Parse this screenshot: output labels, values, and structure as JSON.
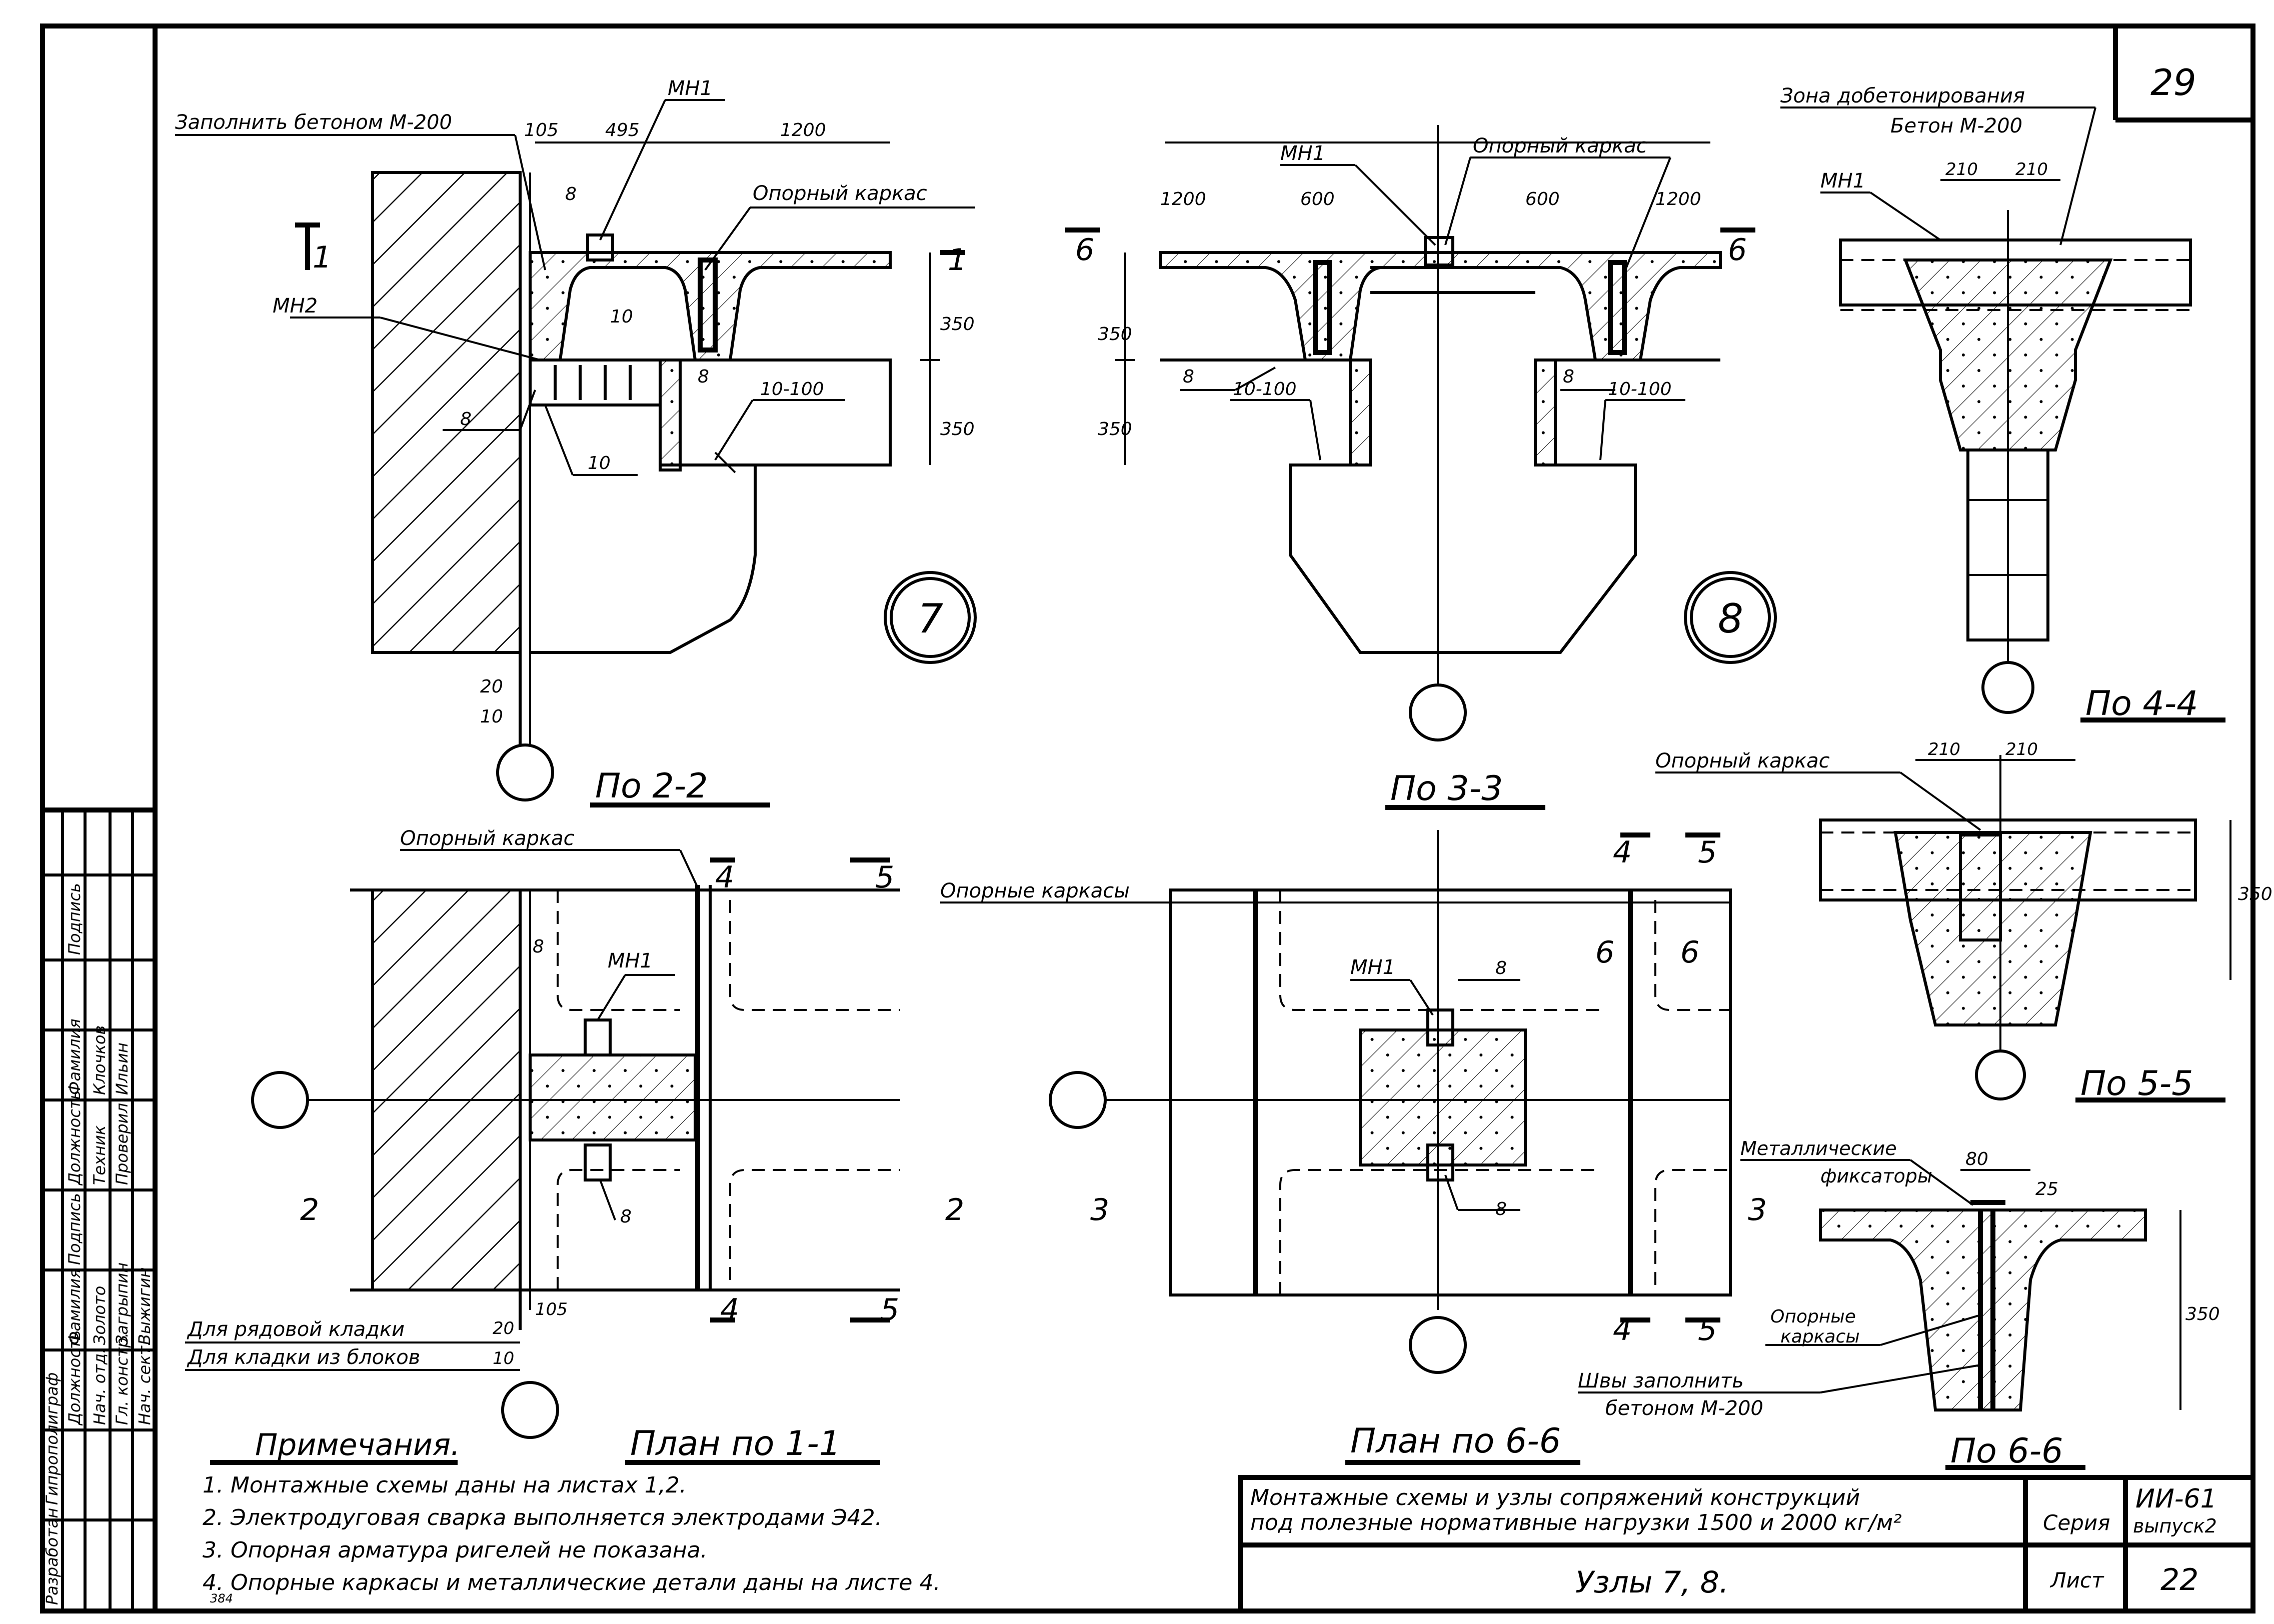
{
  "sheet": {
    "page_number": "29",
    "title_line1": "Монтажные схемы и узлы сопряжений конструкций",
    "title_line2": "под полезные нормативные нагрузки 1500 и 2000 кг/м²",
    "subtitle": "Узлы 7, 8.",
    "series_label": "Серия",
    "series_value": "ИИ-61",
    "series_issue": "выпуск2",
    "sheet_label": "Лист",
    "sheet_value": "22"
  },
  "stamp": {
    "side_org1": "Разработан",
    "side_org2": "Гипрополиграф",
    "headers": [
      "Должность",
      "Фамилия",
      "Подпись",
      "Должность",
      "Фамилия",
      "Подпись"
    ],
    "rows": [
      {
        "pos": "Нач. отд.",
        "name": "Золото"
      },
      {
        "pos": "Гл. констр.",
        "name": "Загрыпин"
      },
      {
        "pos": "Нач. сект.",
        "name": "Выжигин"
      }
    ],
    "rows2": [
      {
        "pos": "Техник",
        "name": "Клочков"
      },
      {
        "pos": "Проверил",
        "name": "Ильин"
      }
    ],
    "code": "384"
  },
  "notes": {
    "heading": "Примечания.",
    "items": [
      "1. Монтажные схемы даны на листах 1,2.",
      "2. Электродуговая сварка выполняется электродами Э42.",
      "3. Опорная арматура ригелей не показана.",
      "4. Опорные каркасы и металлические детали даны на листе 4."
    ]
  },
  "views": {
    "node7": "7",
    "node8": "8",
    "po22": "По 2-2",
    "po33": "По 3-3",
    "po44": "По 4-4",
    "po55": "По 5-5",
    "po66": "По 6-6",
    "plan11": "План по 1-1",
    "plan66": "План по 6-6"
  },
  "labels": {
    "fill_concrete": "Заполнить бетоном М-200",
    "mn1": "МН1",
    "mn2": "МН2",
    "support_frame": "Опорный каркас",
    "support_frames": "Опорные каркасы",
    "support_frames_split1": "Опорные",
    "support_frames_split2": "каркасы",
    "zone1": "Зона добетонирования",
    "zone2": "Бетон М-200",
    "metal1": "Металлические",
    "metal2": "фиксаторы",
    "seams1": "Швы заполнить",
    "seams2": "бетоном М-200",
    "ordinary": "Для рядовой кладки",
    "blocks": "Для кладки из блоков"
  },
  "dims": {
    "d105": "105",
    "d495": "495",
    "d1200": "1200",
    "d600": "600",
    "d350": "350",
    "d8": "8",
    "d10": "10",
    "d10_100": "10-100",
    "d20": "20",
    "d210": "210",
    "d80": "80",
    "d25": "25",
    "s1": "1",
    "s2": "2",
    "s3": "3",
    "s4": "4",
    "s5": "5",
    "s6": "6"
  }
}
